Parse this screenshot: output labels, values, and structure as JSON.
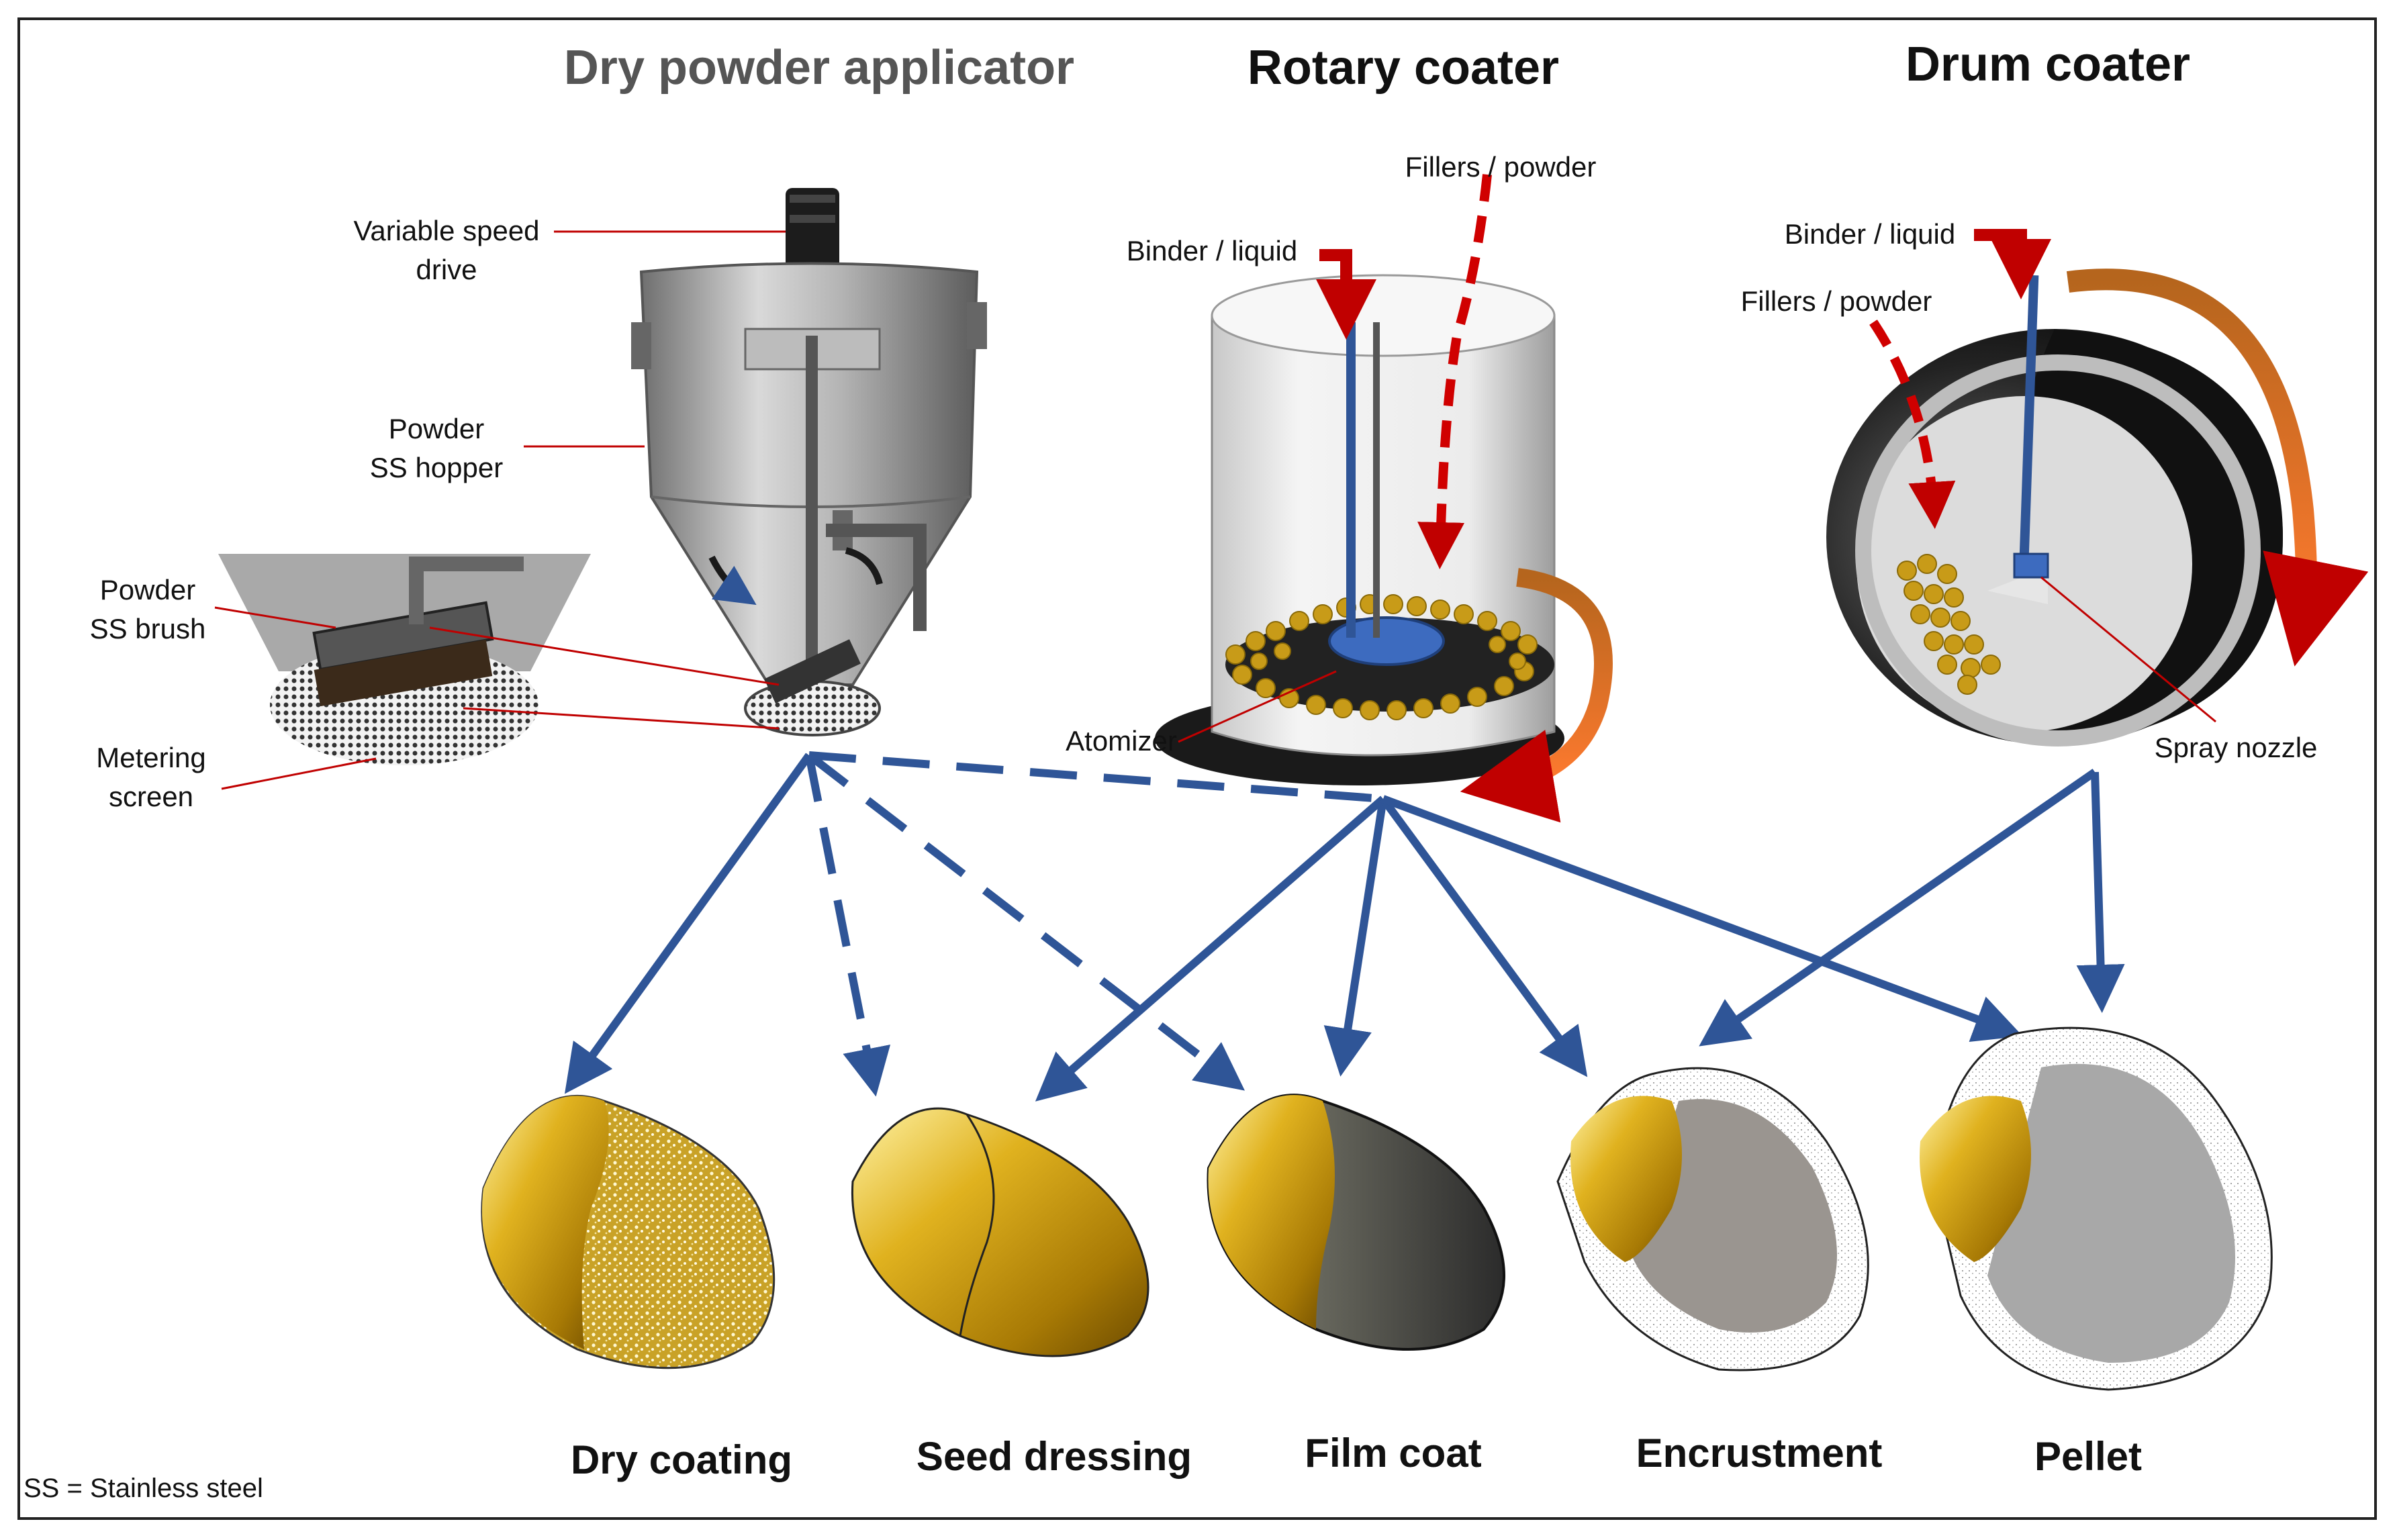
{
  "headings": {
    "dry_powder_applicator": "Dry powder applicator",
    "rotary_coater": "Rotary coater",
    "drum_coater": "Drum coater"
  },
  "applicator_labels": {
    "variable_speed_drive": [
      "Variable speed",
      "drive"
    ],
    "powder_hopper": [
      "Powder",
      "SS hopper"
    ],
    "powder_brush": [
      "Powder",
      "SS brush"
    ],
    "metering_screen": [
      "Metering",
      "screen"
    ]
  },
  "rotary_labels": {
    "fillers_powder": "Fillers / powder",
    "binder_liquid": "Binder / liquid",
    "atomizer": "Atomizer"
  },
  "drum_labels": {
    "binder_liquid": "Binder / liquid",
    "fillers_powder": "Fillers / powder",
    "spray_nozzle": "Spray nozzle"
  },
  "outcomes": [
    "Dry coating",
    "Seed dressing",
    "Film coat",
    "Encrustment",
    "Pellet"
  ],
  "footnote": "SS = Stainless steel",
  "colors": {
    "arrow_blue": "#2f5597",
    "feed_red": "#c00000",
    "rotation_orange": "#e8632a",
    "seed_gold": "#d4a017",
    "metal_grey": "#9a9a9a"
  },
  "icons": {
    "rotation_arrow": "curved-arrow-icon",
    "feed_arrow": "down-arrow-icon"
  }
}
